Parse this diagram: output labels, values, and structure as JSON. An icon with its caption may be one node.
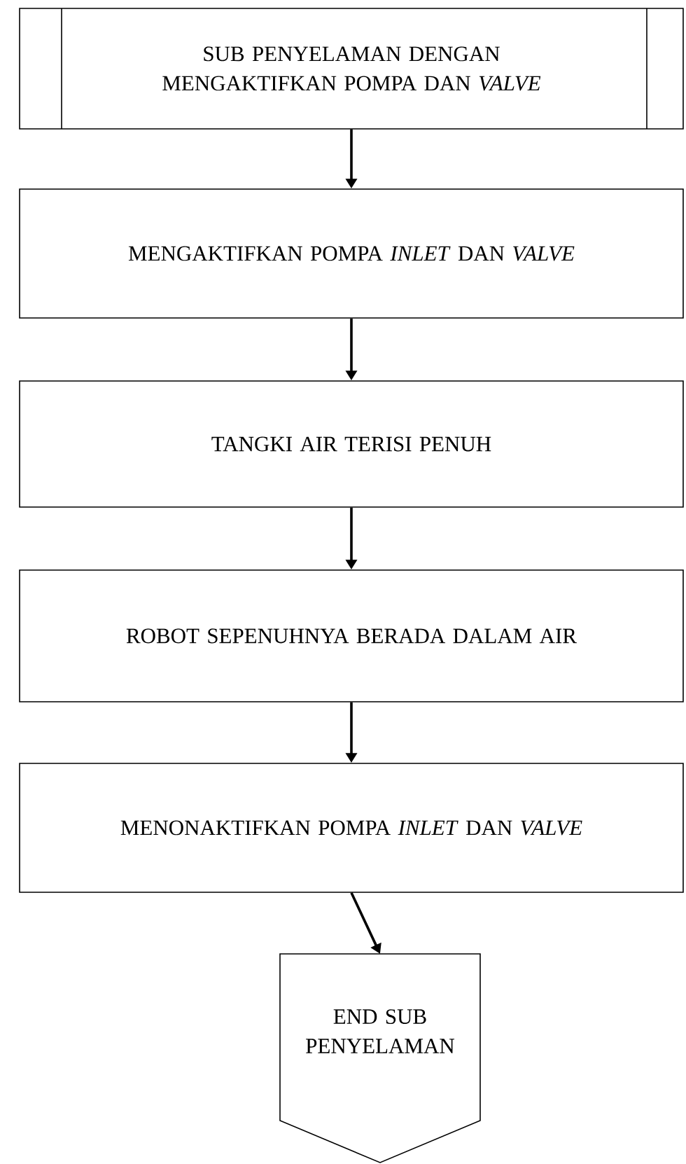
{
  "diagram": {
    "nodes": [
      {
        "text": [
          "SUB PENYELAMAN DENGAN MENGAKTIFKAN POMPA DAN *VALVE*"
        ]
      },
      {
        "text": [
          "MENGAKTIFKAN POMPA *INLET* DAN *VALVE*"
        ]
      },
      {
        "text": [
          "TANGKI AIR TERISI PENUH"
        ]
      },
      {
        "text": [
          "ROBOT SEPENUHNYA BERADA DALAM AIR"
        ]
      },
      {
        "text": [
          "MENONAKTIFKAN POMPA *INLET* DAN *VALVE*"
        ]
      },
      {
        "text": [
          "END SUB PENYELAMAN"
        ]
      }
    ],
    "edges": [
      {
        "from": 0,
        "to": 1,
        "arrow": "to"
      },
      {
        "from": 1,
        "to": 2,
        "arrow": "to"
      },
      {
        "from": 2,
        "to": 3,
        "arrow": "to"
      },
      {
        "from": 3,
        "to": 4,
        "arrow": "to"
      },
      {
        "from": 4,
        "to": 5,
        "arrow": "to"
      }
    ]
  }
}
